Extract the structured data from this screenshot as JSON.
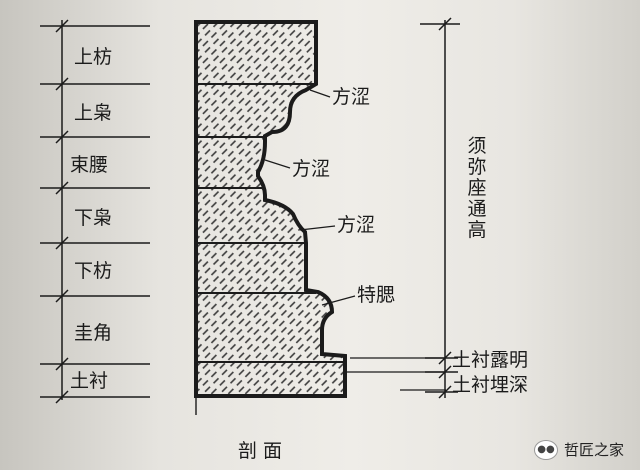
{
  "left_labels": [
    "上枋",
    "上枭",
    "束腰",
    "下枭",
    "下枋",
    "圭角",
    "土衬"
  ],
  "right_labels": {
    "fangse_1": "方涩",
    "fangse_2": "方涩",
    "fangse_3": "方涩",
    "tegeng": "特腮",
    "tuchen_luming": "土衬露明",
    "tuchen_maishen": "土衬埋深"
  },
  "vertical_label": "须弥座通高",
  "caption": "剖面",
  "watermark": "哲匠之家",
  "colors": {
    "ink": "#1b1b1b",
    "paper": "#ebe9e4",
    "hatch": "#3a3a3a"
  }
}
